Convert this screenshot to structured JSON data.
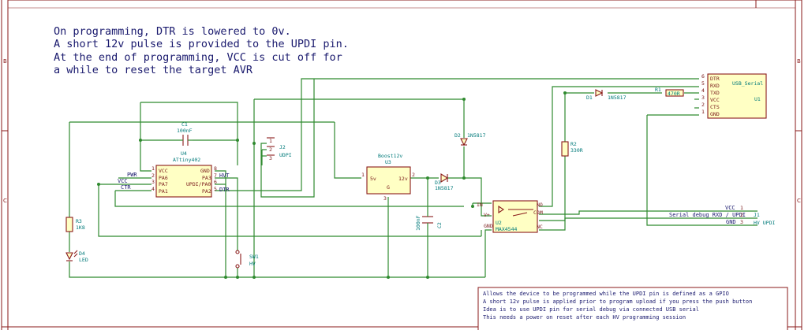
{
  "notes": {
    "line1": "On programming, DTR is lowered to 0v.",
    "line2": "A short 12v pulse is provided to the UPDI pin.",
    "line3": "At the end of programming, VCC is cut off for",
    "line4": "a while to reset the target AVR"
  },
  "info_box": {
    "line1": "Allows the device to be programmed while the UPDI pin is defined as a GPIO",
    "line2": "A short 12v pulse is applied prior to program upload if you press the push button",
    "line3": "Idea is to use UPDI pin for serial debug via connected USB serial",
    "line4": "This needs a power on reset after each HV programming session"
  },
  "border": {
    "row_b": "B",
    "row_c": "C"
  },
  "components": {
    "c1": {
      "ref": "C1",
      "value": "100nF"
    },
    "u4": {
      "ref": "U4",
      "value": "ATtiny402",
      "pins_left": [
        "VCC",
        "PA6",
        "PA7",
        "PA1"
      ],
      "nums_left": [
        "1",
        "2",
        "3",
        "4"
      ],
      "pins_right": [
        "GND",
        "PA3",
        "UPDI/PA0",
        "PA2"
      ],
      "nums_right": [
        "8",
        "7",
        "6",
        "5"
      ],
      "net_hvt": "HVT",
      "net_dtr": "DTR"
    },
    "j2": {
      "ref": "J2",
      "value": "UDPI",
      "pins": [
        "1",
        "2",
        "3"
      ]
    },
    "u3": {
      "ref": "U3",
      "value": "Boost12v",
      "pin_in": "5v",
      "pin_out": "12v",
      "pin_gnd": "G",
      "n1": "1",
      "n2": "2",
      "n3": "3"
    },
    "d3": {
      "ref": "D3",
      "value": "1N5817"
    },
    "d2": {
      "ref": "D2",
      "value": "1N5817"
    },
    "d1": {
      "ref": "D1",
      "value": "1N5817"
    },
    "r1": {
      "ref": "R1",
      "value": "470R"
    },
    "r2": {
      "ref": "R2",
      "value": "330R"
    },
    "r3": {
      "ref": "R3",
      "value": "1K8"
    },
    "c2": {
      "ref": "C2",
      "value": "100nF"
    },
    "d4": {
      "ref": "D4",
      "value": "LED"
    },
    "sw1": {
      "ref": "SW1",
      "value": "HV"
    },
    "u2": {
      "ref": "U2",
      "value": "MAX4544",
      "l_in": "IN",
      "l_v": "V+",
      "l_gnd": "GND",
      "r_no": "NO",
      "r_com": "COM",
      "r_nc": "NC"
    },
    "u1": {
      "ref": "U1",
      "value": "USB_Serial",
      "pins": [
        "DTR",
        "RXD",
        "TXD",
        "VCC",
        "CTS",
        "GND"
      ],
      "nums": [
        "6",
        "5",
        "4",
        "3",
        "2",
        "1"
      ]
    },
    "j1": {
      "ref": "J1",
      "value": "HV UPDI",
      "nets": [
        "VCC",
        "Serial debug RXD / UPDI",
        "GND"
      ],
      "nums": [
        "1",
        "2",
        "3"
      ]
    }
  },
  "nets": {
    "pwr": "PWR",
    "vcc": "VCC",
    "ctr": "CTR"
  }
}
